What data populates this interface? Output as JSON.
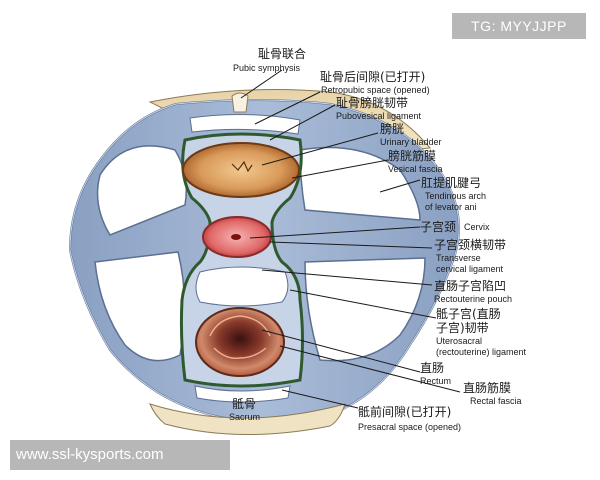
{
  "watermarks": {
    "top": "TG: MYYJJPP",
    "bottom": "www.ssl-kysports.com"
  },
  "labels": {
    "pubic_symphysis": {
      "cn": "耻骨联合",
      "en": "Pubic symphysis"
    },
    "retropubic_space": {
      "cn": "耻骨后间隙(已打开)",
      "en": "Retropubic space (opened)"
    },
    "pubovesical_ligament": {
      "cn": "耻骨膀胱韧带",
      "en": "Pubovesical ligament"
    },
    "urinary_bladder": {
      "cn": "膀胱",
      "en": "Urinary bladder"
    },
    "vesical_fascia": {
      "cn": "膀胱筋膜",
      "en": "Vesical fascia"
    },
    "tendinous_arch": {
      "cn": "肛提肌腱弓",
      "en1": "Tendinous arch",
      "en2": "of levator ani"
    },
    "cervix": {
      "cn": "子宫颈",
      "en": "Cervix"
    },
    "transverse_cervical_ligament": {
      "cn": "子宫颈横韧带",
      "en1": "Transverse",
      "en2": "cervical ligament"
    },
    "rectouterine_pouch": {
      "cn": "直肠子宫陷凹",
      "en": "Rectouterine pouch"
    },
    "uterosacral_ligament": {
      "cn1": "骶子宫(直肠",
      "cn2": "子宫)韧带",
      "en1": "Uterosacral",
      "en2": "(rectouterine) ligament"
    },
    "rectum": {
      "cn": "直肠",
      "en": "Rectum"
    },
    "rectal_fascia": {
      "cn": "直肠筋膜",
      "en": "Rectal fascia"
    },
    "sacrum": {
      "cn": "骶骨",
      "en": "Sacrum"
    },
    "presacral_space": {
      "cn": "骶前间隙(已打开)",
      "en": "Presacral space (opened)"
    }
  }
}
